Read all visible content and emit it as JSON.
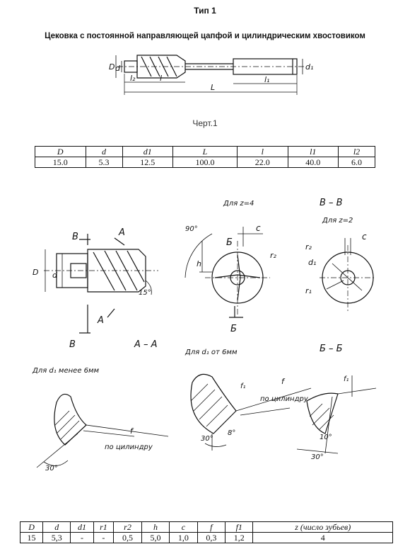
{
  "header": {
    "type_label": "Тип 1",
    "title": "Цековка с постоянной направляющей цапфой и цилиндрическим хвостовиком",
    "figure_caption": "Черт.1"
  },
  "table1": {
    "headers": [
      "D",
      "d",
      "d1",
      "L",
      "l",
      "l1",
      "l2"
    ],
    "row": [
      "15.0",
      "5.3",
      "12.5",
      "100.0",
      "22.0",
      "40.0",
      "6.0"
    ]
  },
  "top_drawing_labels": {
    "D": "D",
    "d": "d",
    "d1": "d₁",
    "l2": "l₂",
    "l": "l",
    "L": "L",
    "l1": "l₁"
  },
  "section_labels": {
    "z4": "Для z=4",
    "z2": "Для z=2",
    "bb_upper": "В – В",
    "aa": "А – А",
    "bsect": "Б – Б",
    "d1_less": "Для d₁ менее 6мм",
    "d1_from": "Для d₁ от 6мм"
  },
  "drawing_letters": {
    "B": "В",
    "A": "А",
    "Bb": "Б",
    "D": "D",
    "d": "d",
    "deg15": "15°",
    "deg90": "90°",
    "h": "h",
    "c": "c",
    "r2": "r₂",
    "r1": "r₁",
    "d1": "d₁",
    "f": "f",
    "f1": "f₁",
    "cyl": "по цилиндру",
    "deg30": "30°",
    "deg8": "8°",
    "deg10": "10°"
  },
  "table2": {
    "headers": [
      "D",
      "d",
      "d1",
      "r1",
      "r2",
      "h",
      "c",
      "f",
      "f1",
      "z (число зубьев)"
    ],
    "row": [
      "15",
      "5,3",
      "-",
      "-",
      "0,5",
      "5,0",
      "1,0",
      "0,3",
      "1,2",
      "4"
    ]
  }
}
